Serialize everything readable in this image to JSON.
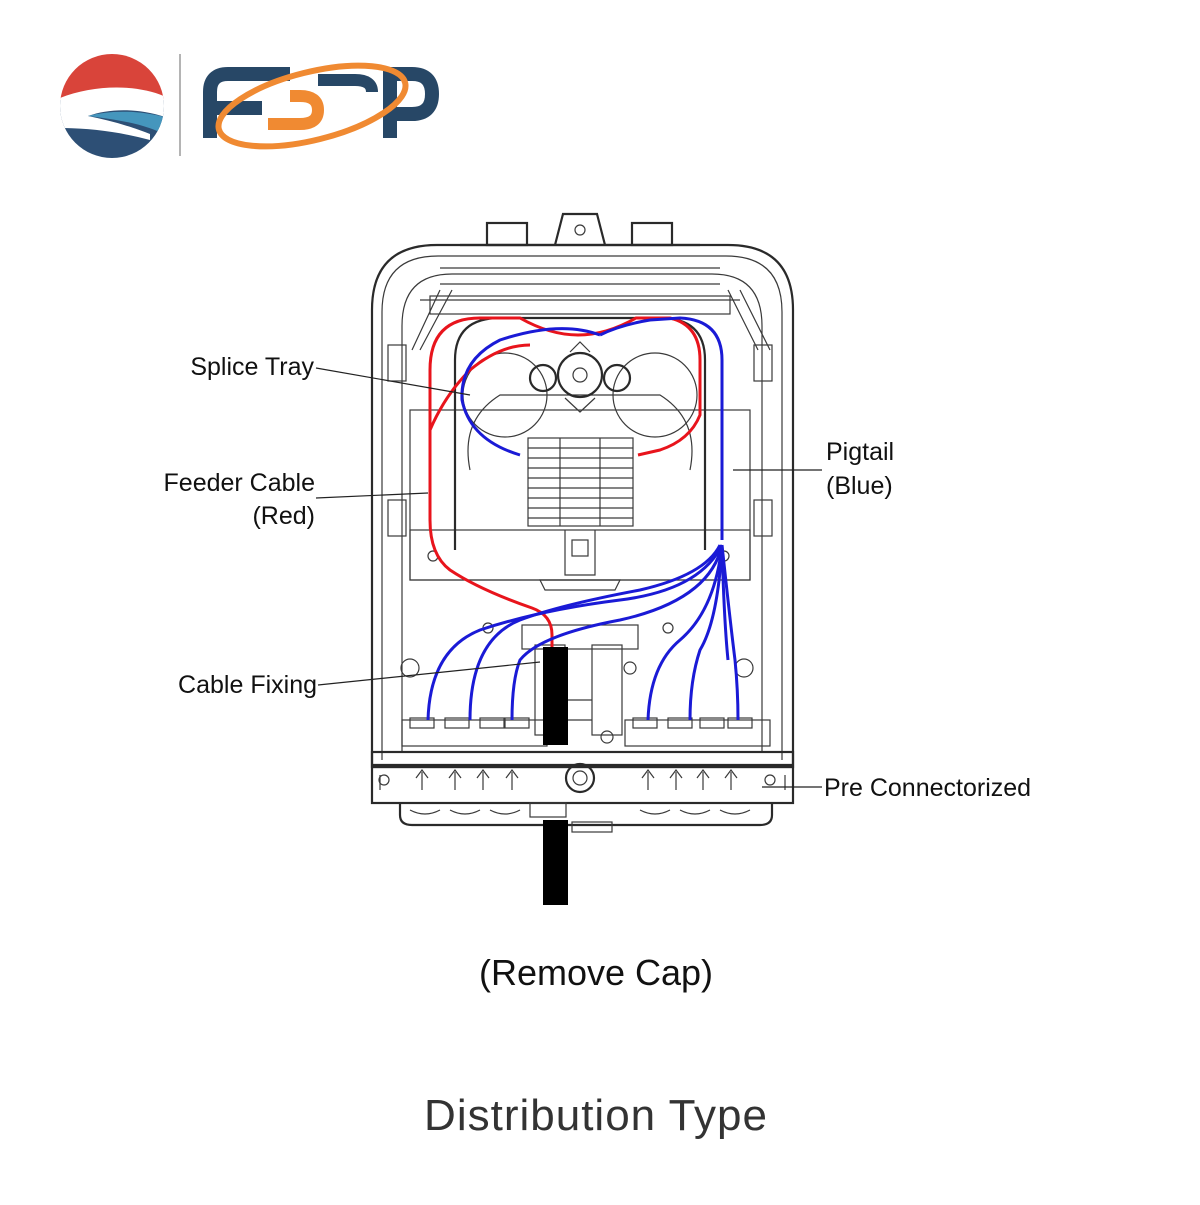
{
  "logo": {
    "text": "FSP",
    "colors": {
      "red": "#d9443a",
      "blue": "#2a4d73",
      "teal": "#3e90b4",
      "orange": "#f08a32",
      "navy": "#274766"
    }
  },
  "labels": {
    "splice_tray": "Splice Tray",
    "feeder_cable_line1": "Feeder Cable",
    "feeder_cable_line2": "(Red)",
    "cable_fixing": "Cable Fixing",
    "pigtail_line1": "Pigtail",
    "pigtail_line2": "(Blue)",
    "pre_connectorized": "Pre Connectorized"
  },
  "caption": "(Remove Cap)",
  "title": "Distribution Type",
  "colors": {
    "feeder": "#e8141c",
    "pigtail": "#1a1ad6",
    "cable": "#000000",
    "outline": "#2a2a2a"
  }
}
